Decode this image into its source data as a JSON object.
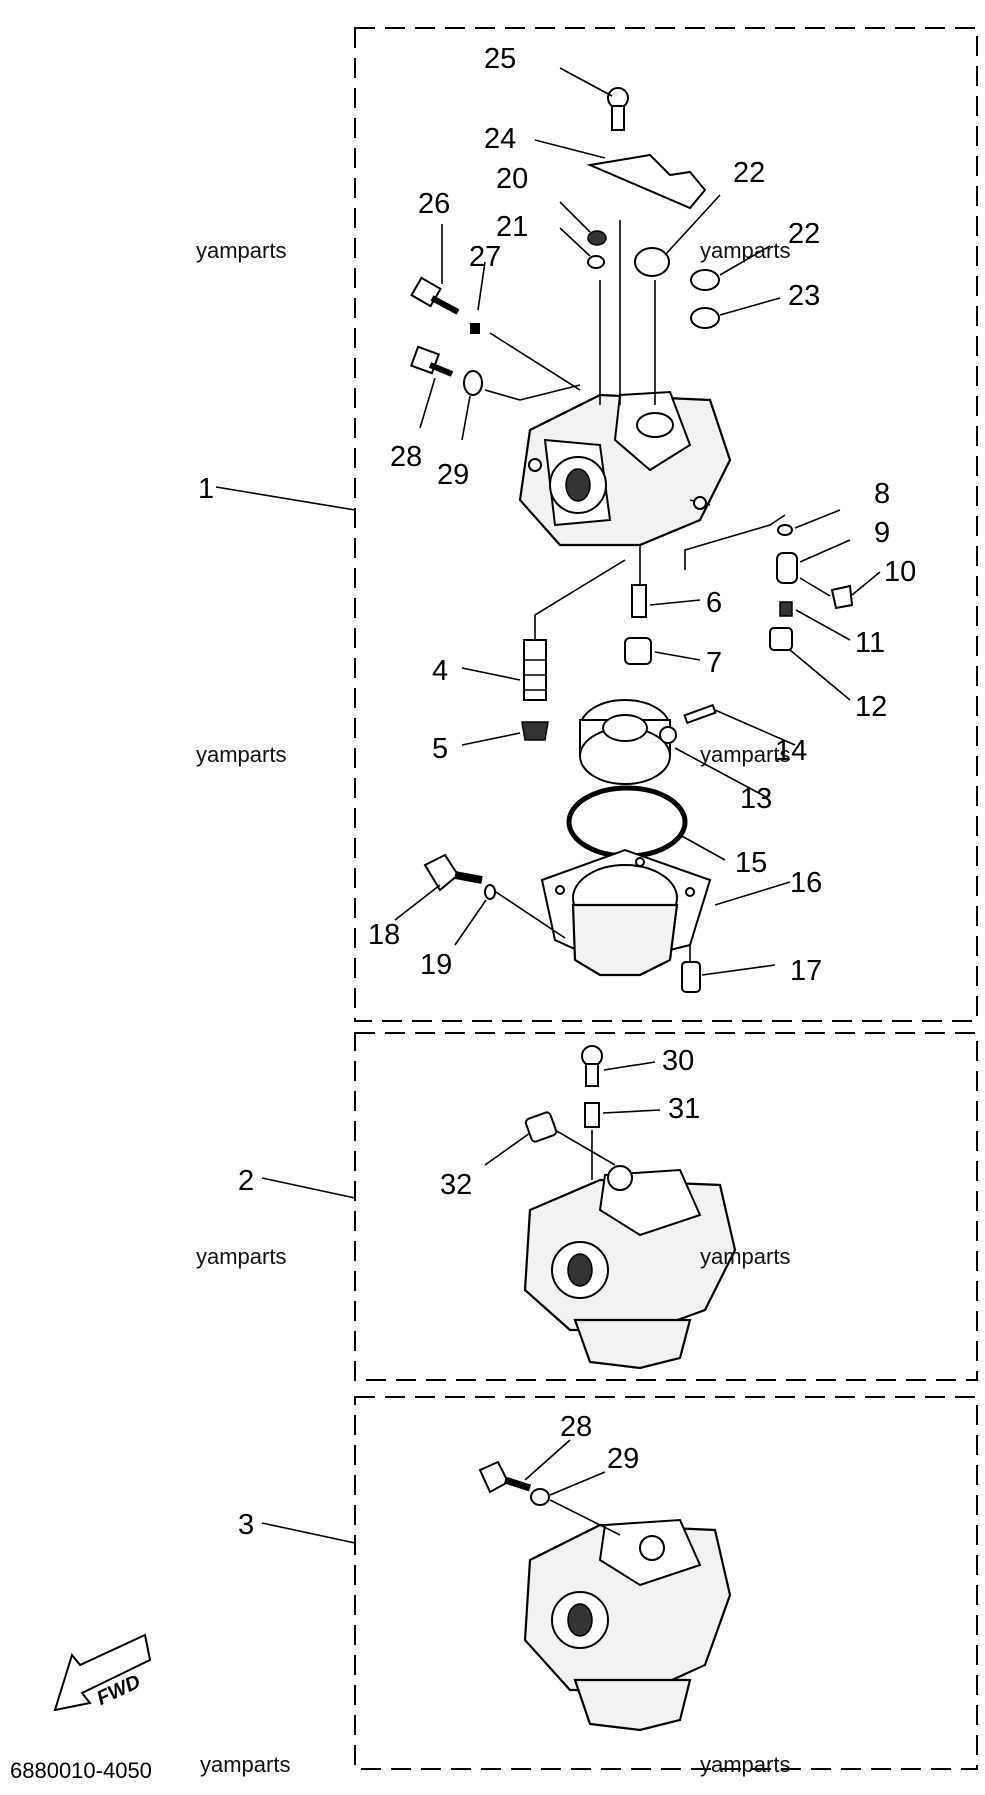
{
  "watermark": "yamparts",
  "drawing_code": "6880010-4050",
  "fwd_label": "FWD",
  "assembly_labels": {
    "a1": "1",
    "a2": "2",
    "a3": "3"
  },
  "part_labels": {
    "p25": "25",
    "p24": "24",
    "p20": "20",
    "p22a": "22",
    "p26": "26",
    "p21": "21",
    "p27": "27",
    "p22b": "22",
    "p23": "23",
    "p28": "28",
    "p29": "29",
    "p8": "8",
    "p9": "9",
    "p10": "10",
    "p6": "6",
    "p11": "11",
    "p4": "4",
    "p7": "7",
    "p12": "12",
    "p5": "5",
    "p14": "14",
    "p13": "13",
    "p15": "15",
    "p16": "16",
    "p18": "18",
    "p19": "19",
    "p17": "17",
    "p30": "30",
    "p31": "31",
    "p32": "32",
    "p28b": "28",
    "p29b": "29"
  }
}
